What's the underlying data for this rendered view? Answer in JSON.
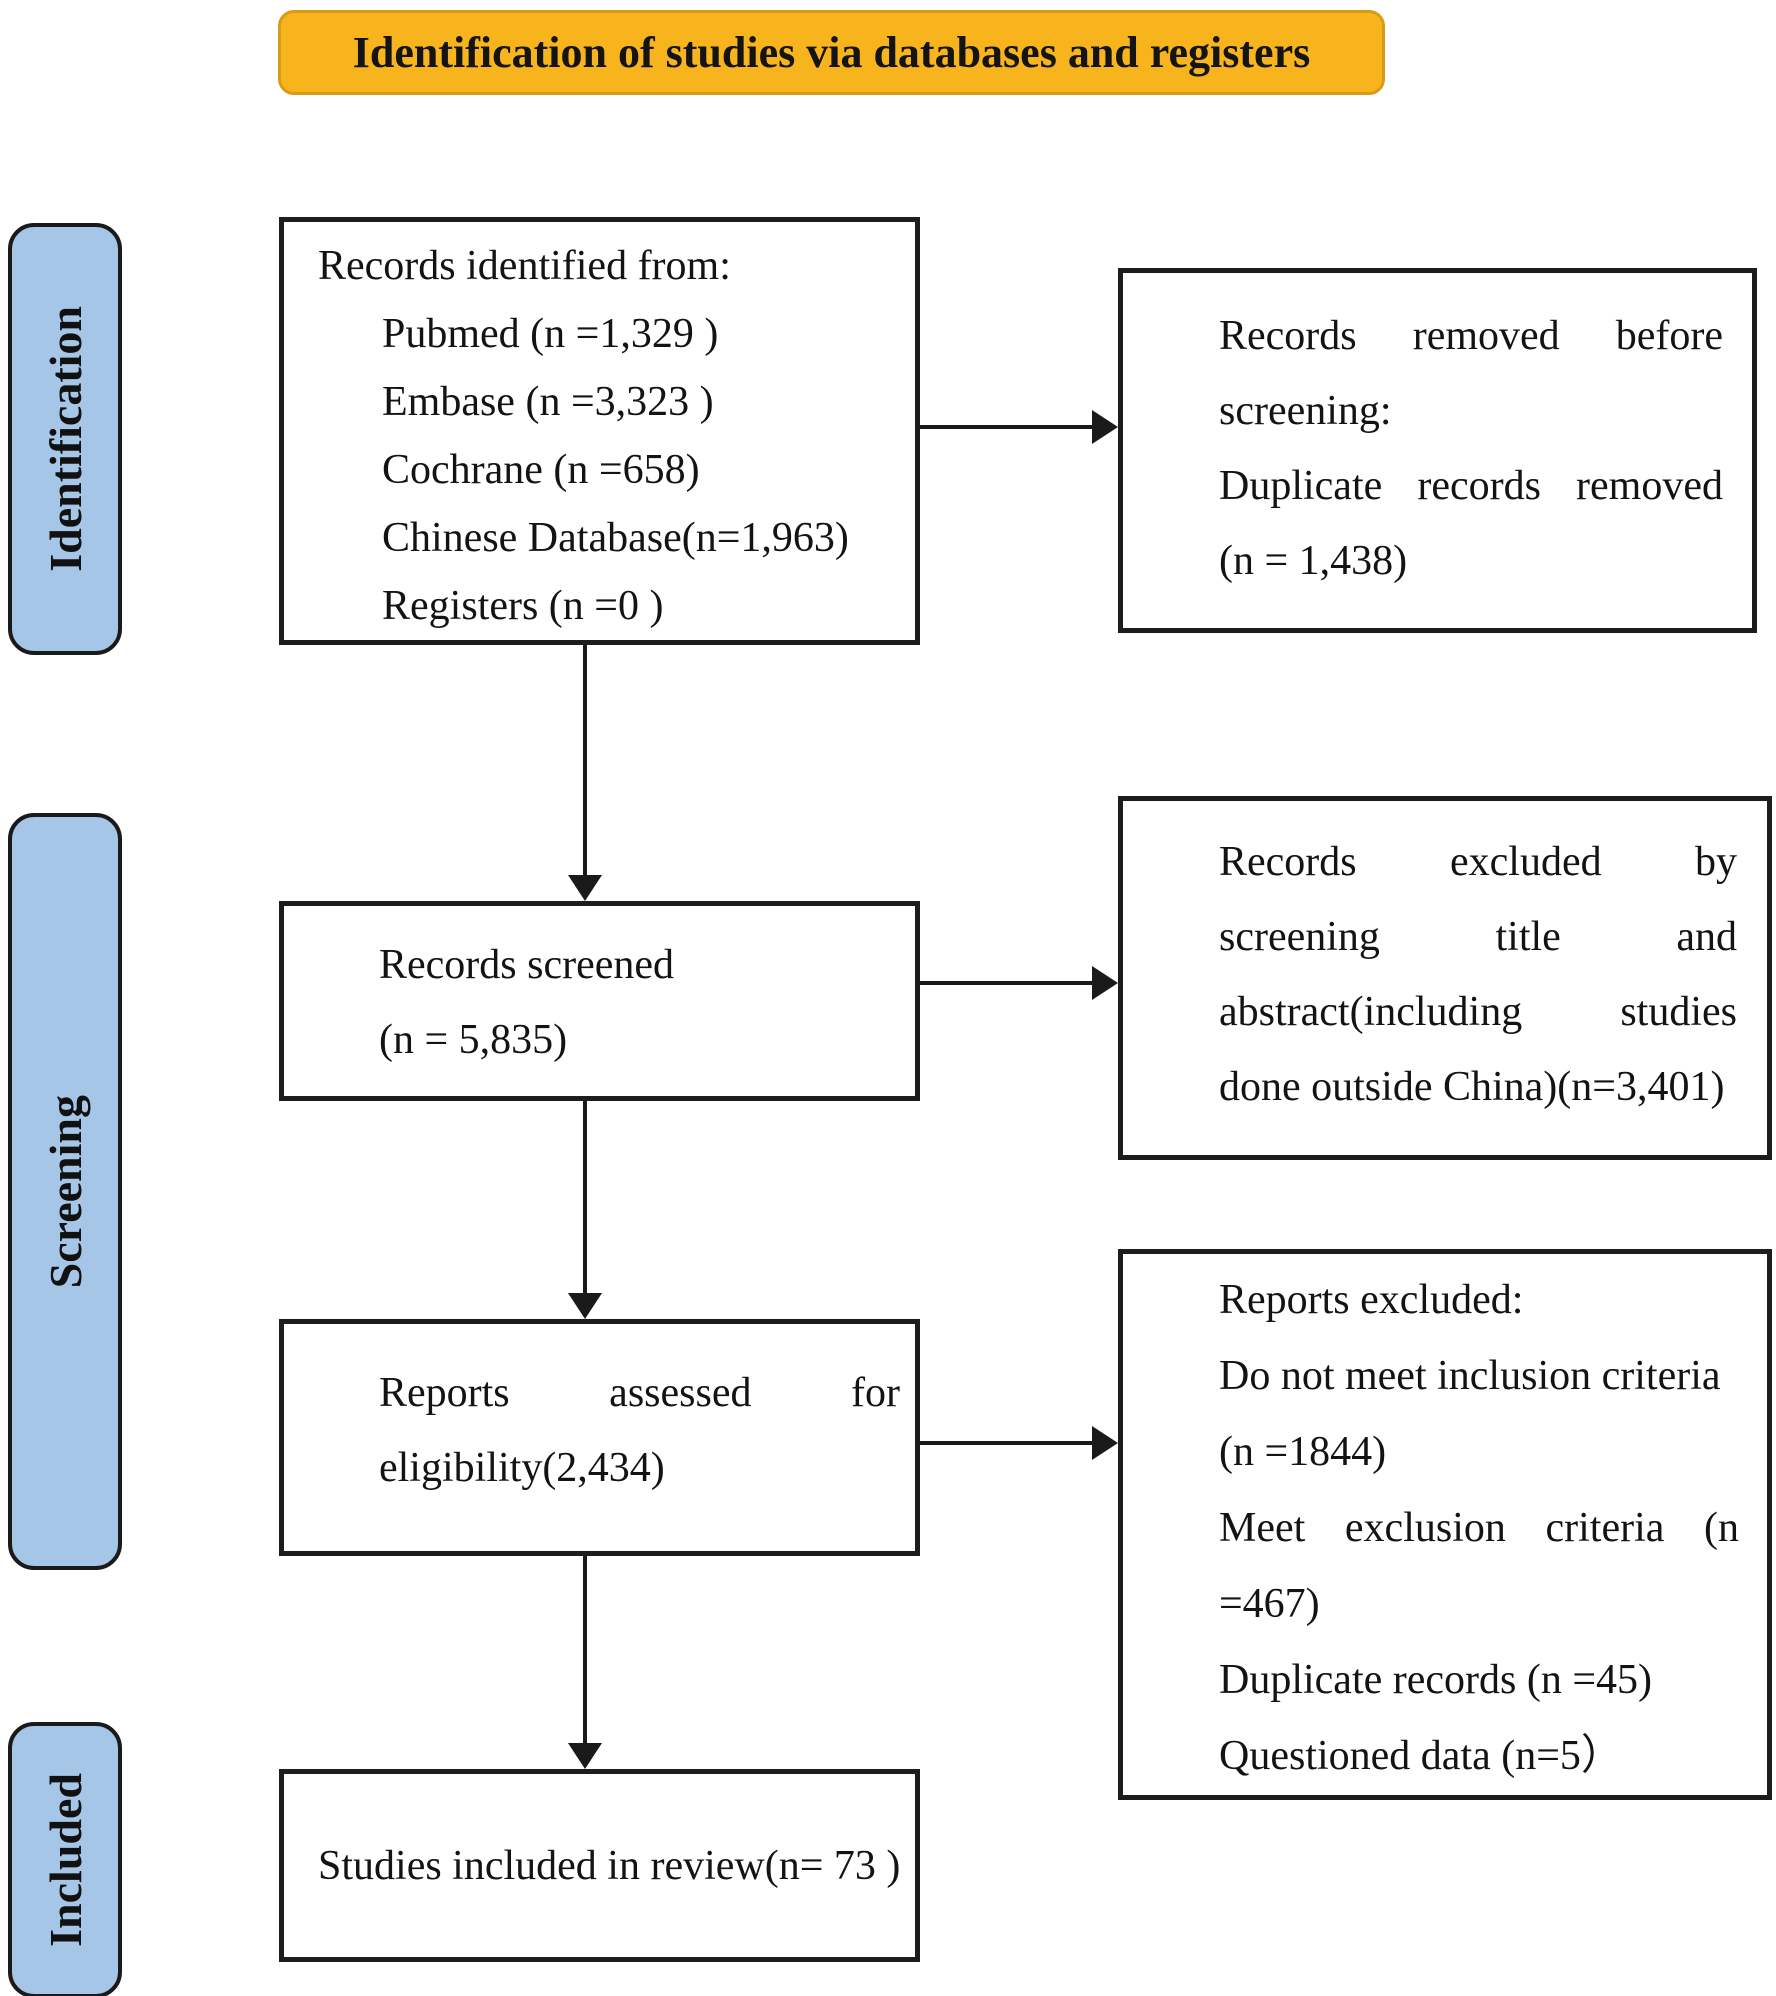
{
  "banner": {
    "title": "Identification of studies via databases and registers"
  },
  "stages": {
    "identification": "Identification",
    "screening": "Screening",
    "included": "Included"
  },
  "boxes": {
    "identified": {
      "heading": "Records identified from:",
      "items": [
        "Pubmed (n =1,329 )",
        "Embase (n =3,323 )",
        "Cochrane (n =658)",
        "Chinese Database(n=1,963)",
        "Registers (n =0 )"
      ]
    },
    "removed_before_screening": {
      "lines": [
        "Records removed before",
        "screening:",
        "Duplicate records removed",
        "(n = 1,438)"
      ]
    },
    "records_screened": {
      "lines": [
        "Records screened",
        "(n = 5,835)"
      ]
    },
    "excluded_by_screening": {
      "lines": [
        "Records excluded by",
        "screening title and",
        "abstract(including studies",
        "done outside China)(n=3,401)"
      ]
    },
    "reports_assessed": {
      "lines": [
        "Reports assessed for",
        "eligibility(2,434)"
      ]
    },
    "reports_excluded": {
      "lines": [
        "Reports excluded:",
        "Do not meet inclusion criteria",
        "(n =1844)",
        "Meet exclusion criteria (n",
        "=467)",
        "Duplicate records (n =45)",
        "Questioned data (n=5）"
      ]
    },
    "studies_included": {
      "line": "Studies included in review(n= 73 )"
    }
  },
  "colors": {
    "banner_fill": "#F7B41D",
    "banner_border": "#D89B16",
    "stage_fill": "#A6C6E7",
    "outline": "#1D1D1D"
  }
}
